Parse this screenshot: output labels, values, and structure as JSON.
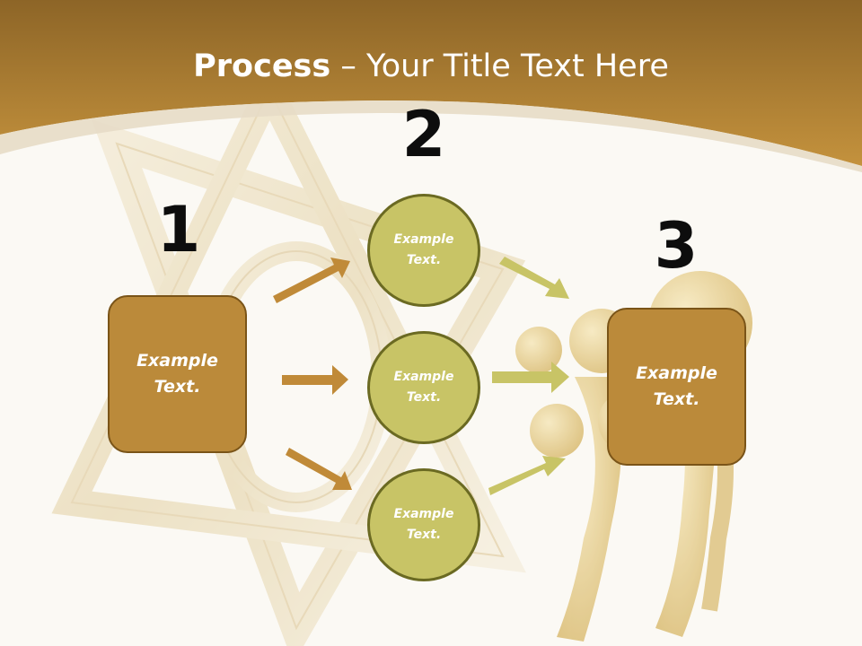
{
  "slide": {
    "title_bold": "Process",
    "title_rest": " – Your Title Text Here"
  },
  "steps": {
    "one": "1",
    "two": "2",
    "three": "3"
  },
  "nodes": {
    "left_box": "Example Text.",
    "circle_top": "Example Text.",
    "circle_middle": "Example Text.",
    "circle_bottom": "Example Text.",
    "right_box": "Example Text."
  },
  "colors": {
    "header": "#b8862f",
    "box_fill": "#bb8a3a",
    "circle_fill": "#c8c466",
    "arrow_left": "#c08a38",
    "arrow_right": "#c8c466"
  }
}
